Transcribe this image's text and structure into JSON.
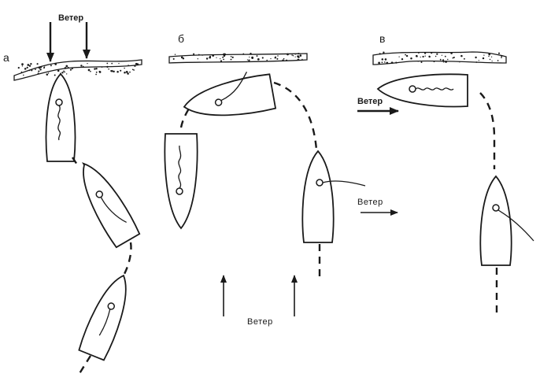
{
  "panels": {
    "a": {
      "label": "a",
      "wind": "Ветер"
    },
    "b": {
      "label": "б",
      "wind_bottom": "Ветер",
      "wind_right": "Ветер"
    },
    "v": {
      "label": "в",
      "wind": "Ветер"
    }
  },
  "colors": {
    "ink": "#1a1a1a",
    "background": "#ffffff"
  }
}
